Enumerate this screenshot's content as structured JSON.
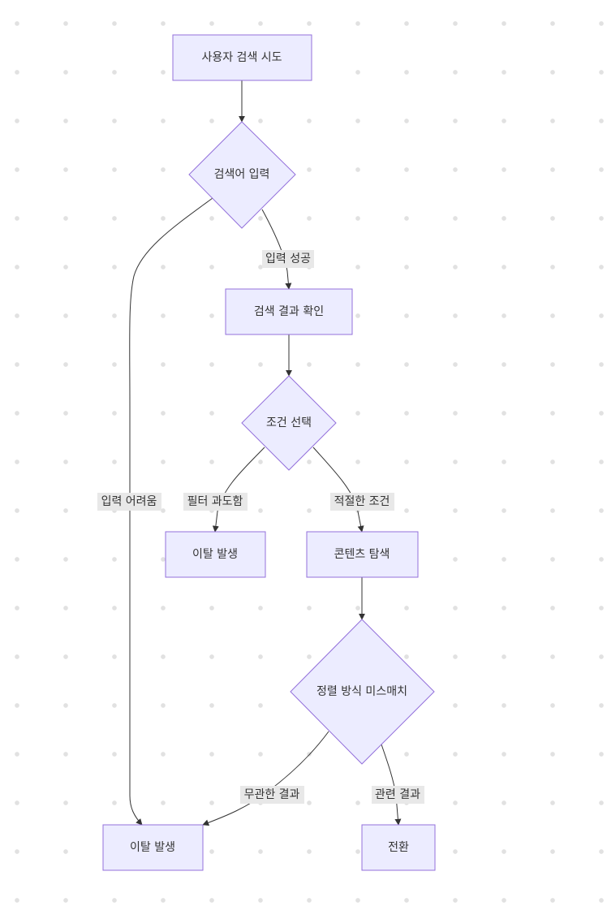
{
  "nodes": {
    "start": "사용자 검색 시도",
    "input": "검색어 입력",
    "results": "검색 결과 확인",
    "condition": "조건 선택",
    "exit1": "이탈 발생",
    "explore": "콘텐츠 탐색",
    "sort": "정렬 방식 미스매치",
    "exit2": "이탈 발생",
    "convert": "전환"
  },
  "edges": {
    "input_success": "입력 성공",
    "input_hard": "입력 어려움",
    "filter_excess": "필터 과도함",
    "proper_condition": "적절한 조건",
    "irrelevant": "무관한 결과",
    "relevant": "관련 결과"
  },
  "colors": {
    "node_fill": "#ececff",
    "node_stroke": "#9370db",
    "edge": "#333333",
    "label_bg": "#e8e8e8",
    "text": "#333333"
  }
}
